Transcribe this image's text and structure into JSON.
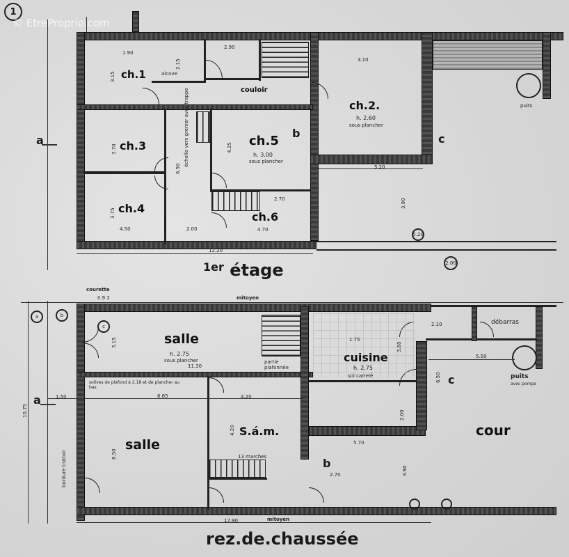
{
  "sheet": {
    "number": "1",
    "watermark": "© EtreProprio.com"
  },
  "first_floor": {
    "title_prefix": "1er",
    "title": "étage",
    "rooms": {
      "ch1": {
        "label": "ch.1",
        "note": "alcove"
      },
      "ch2": {
        "label": "ch.2.",
        "height": "h. 2.60",
        "note": "sous plancher"
      },
      "ch3": {
        "label": "ch.3"
      },
      "ch4": {
        "label": "ch.4"
      },
      "ch5": {
        "label": "ch.5",
        "height": "h. 3.00",
        "note": "sous plancher"
      },
      "ch6": {
        "label": "ch.6"
      },
      "couloir": {
        "label": "couloir"
      },
      "stair_note": "échelle vers grenier avec trappe",
      "puits": "puits"
    },
    "dimensions": {
      "ch1_width": "1.90",
      "ch1_depth": "3.15",
      "ch1_a": "2.90",
      "ch1_b": "2.15",
      "ch2_width": "3.10",
      "ch3_depth": "3.70",
      "ch4_depth": "3.75",
      "ch4_width": "4.50",
      "corridor_width": "2.00",
      "corridor_len": "6.50",
      "ch5_depth": "4.25",
      "ch6_a": "2.70",
      "ch6_width": "4.70",
      "rear_width": "5.20",
      "rear_depth": "3.90",
      "total_width": "12.20",
      "marker_a": "5.20",
      "marker_b": "2.00"
    },
    "section_marks": {
      "a": "a",
      "b": "b",
      "c": "c"
    }
  },
  "ground_floor": {
    "title": "rez.de.chaussée",
    "rooms": {
      "salle_front": {
        "label": "salle",
        "height": "h. 2.75",
        "note": "sous plancher",
        "extra": "11.30"
      },
      "salle_rear": {
        "label": "salle"
      },
      "sam": {
        "label": "S.á.m.",
        "stairs": "13 marches"
      },
      "cuisine": {
        "label": "cuisine",
        "height": "h. 2.75",
        "note": "sol carrelé"
      },
      "debarras": {
        "label": "débarras"
      },
      "cour": {
        "label": "cour"
      },
      "puits": {
        "label": "puits",
        "note": "avec pompe"
      },
      "courette": {
        "label": "courette"
      },
      "partie_plafonnee": "partie plafonnée",
      "solives": "solives de plafond à 2.18 et de plancher au bas",
      "trottoir": "bordure trottoir"
    },
    "dimensions": {
      "courette": "0.9 2",
      "salle_front_depth": "3.15",
      "salle_rear_width": "6.85",
      "salle_rear_depth": "6.50",
      "left_offset": "1.50",
      "sam_width": "4.20",
      "sam_depth": "4.20",
      "cuisine_depth": "3.60",
      "cuisine_a": "1.75",
      "yard_width": "5.50",
      "yard_depth": "6.50",
      "yard_a": "2.10",
      "rear_width": "5.70",
      "rear_depth": "3.90",
      "rear_b": "2.00",
      "rear_c": "2.70",
      "total_width": "17.90",
      "total_depth": "10.75"
    },
    "mitoyen_top": "mitoyen",
    "mitoyen_bottom": "mitoyen",
    "section_marks": {
      "a": "a",
      "b": "b",
      "c": "c"
    }
  },
  "colors": {
    "paper": "#d9d9d9",
    "ink": "#1a1a1a",
    "wall": "#3a3a3a"
  }
}
